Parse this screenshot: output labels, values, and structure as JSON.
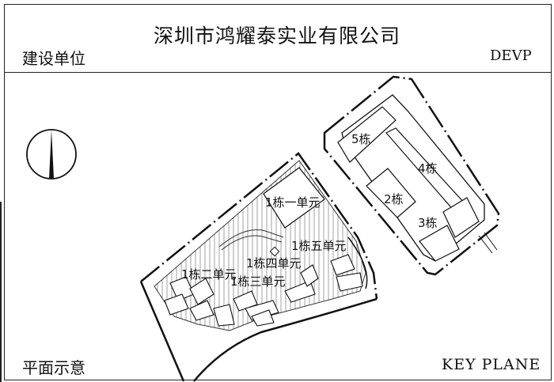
{
  "header": {
    "company_name": "深圳市鸿耀泰实业有限公司",
    "client_label": "建设单位",
    "drawing_code": "DEVP"
  },
  "footer": {
    "plan_label_cn": "平面示意",
    "plan_label_en": "KEY PLANE"
  },
  "plan": {
    "compass": "north-arrow-icon",
    "units": [
      "1栋一单元",
      "1栋二单元",
      "1栋三单元",
      "1栋四单元",
      "1栋五单元"
    ],
    "buildings": [
      "2栋",
      "3栋",
      "4栋",
      "5栋"
    ]
  }
}
